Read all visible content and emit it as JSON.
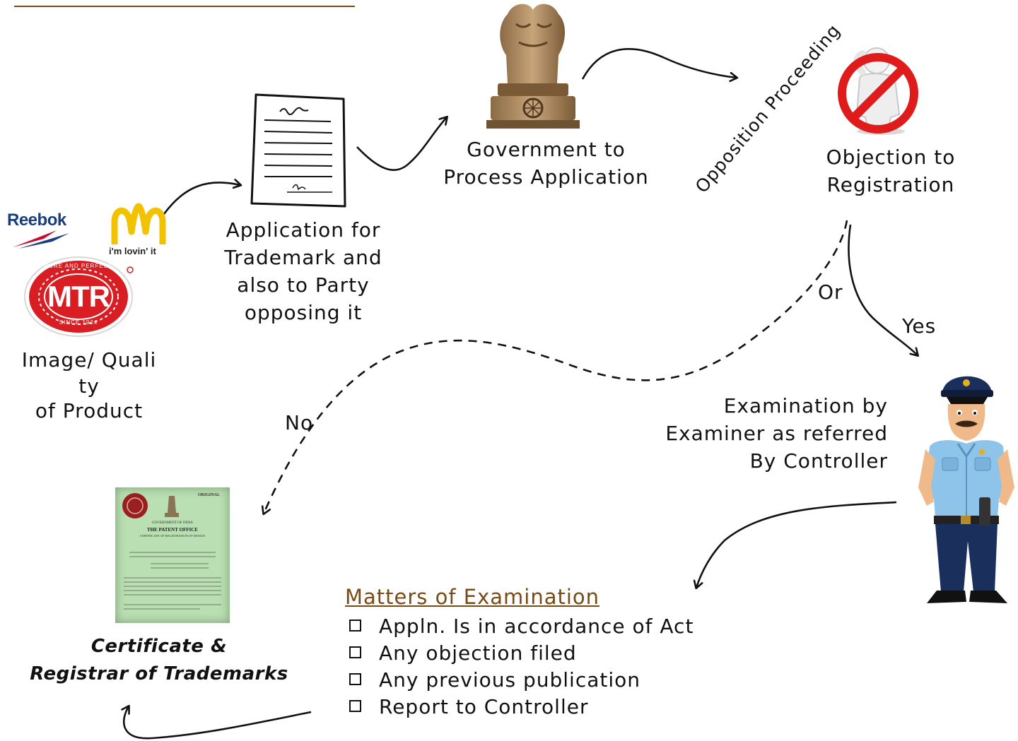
{
  "nodes": {
    "product": {
      "lines": [
        "Image/ Quali",
        "ty",
        "of Product"
      ]
    },
    "application": {
      "lines": [
        "Application for",
        "Trademark and",
        "also to Party",
        "opposing it"
      ]
    },
    "government": {
      "lines": [
        "Government to",
        "Process Application"
      ]
    },
    "objection": {
      "lines": [
        "Objection to",
        "Registration"
      ]
    },
    "examination": {
      "lines": [
        "Examination by",
        "Examiner as referred",
        "By Controller"
      ]
    },
    "certificate": {
      "lines": [
        "Certificate &",
        "Registrar of Trademarks"
      ]
    }
  },
  "edges": {
    "opposition": "Opposition Proceeding",
    "or": "Or",
    "yes": "Yes",
    "no": "No"
  },
  "matters": {
    "title": "Matters of Examination",
    "items": [
      "Appln. Is in accordance of Act",
      "Any objection filed",
      "Any previous publication",
      "Report to Controller"
    ]
  },
  "logos": {
    "reebok": "Reebok",
    "mcdonalds_tagline": "i'm lovin' it",
    "mtr": "MTR",
    "mtr_top": "PURE AND PERFECT",
    "mtr_bottom": "SINCE 1924"
  },
  "certificate_doc": {
    "badge": "ORIGINAL",
    "lines": [
      "GOVERNMENT OF INDIA",
      "THE PATENT OFFICE",
      "CERTIFICATE OF REGISTRATION OF DESIGN"
    ]
  },
  "colors": {
    "title_link": "#7a4a14",
    "arrow": "#111111",
    "no_sign": "#e01b1b",
    "certificate_bg": "#b9dfb2",
    "police_shirt": "#8ec3ea",
    "police_trousers": "#1b2f5c"
  }
}
